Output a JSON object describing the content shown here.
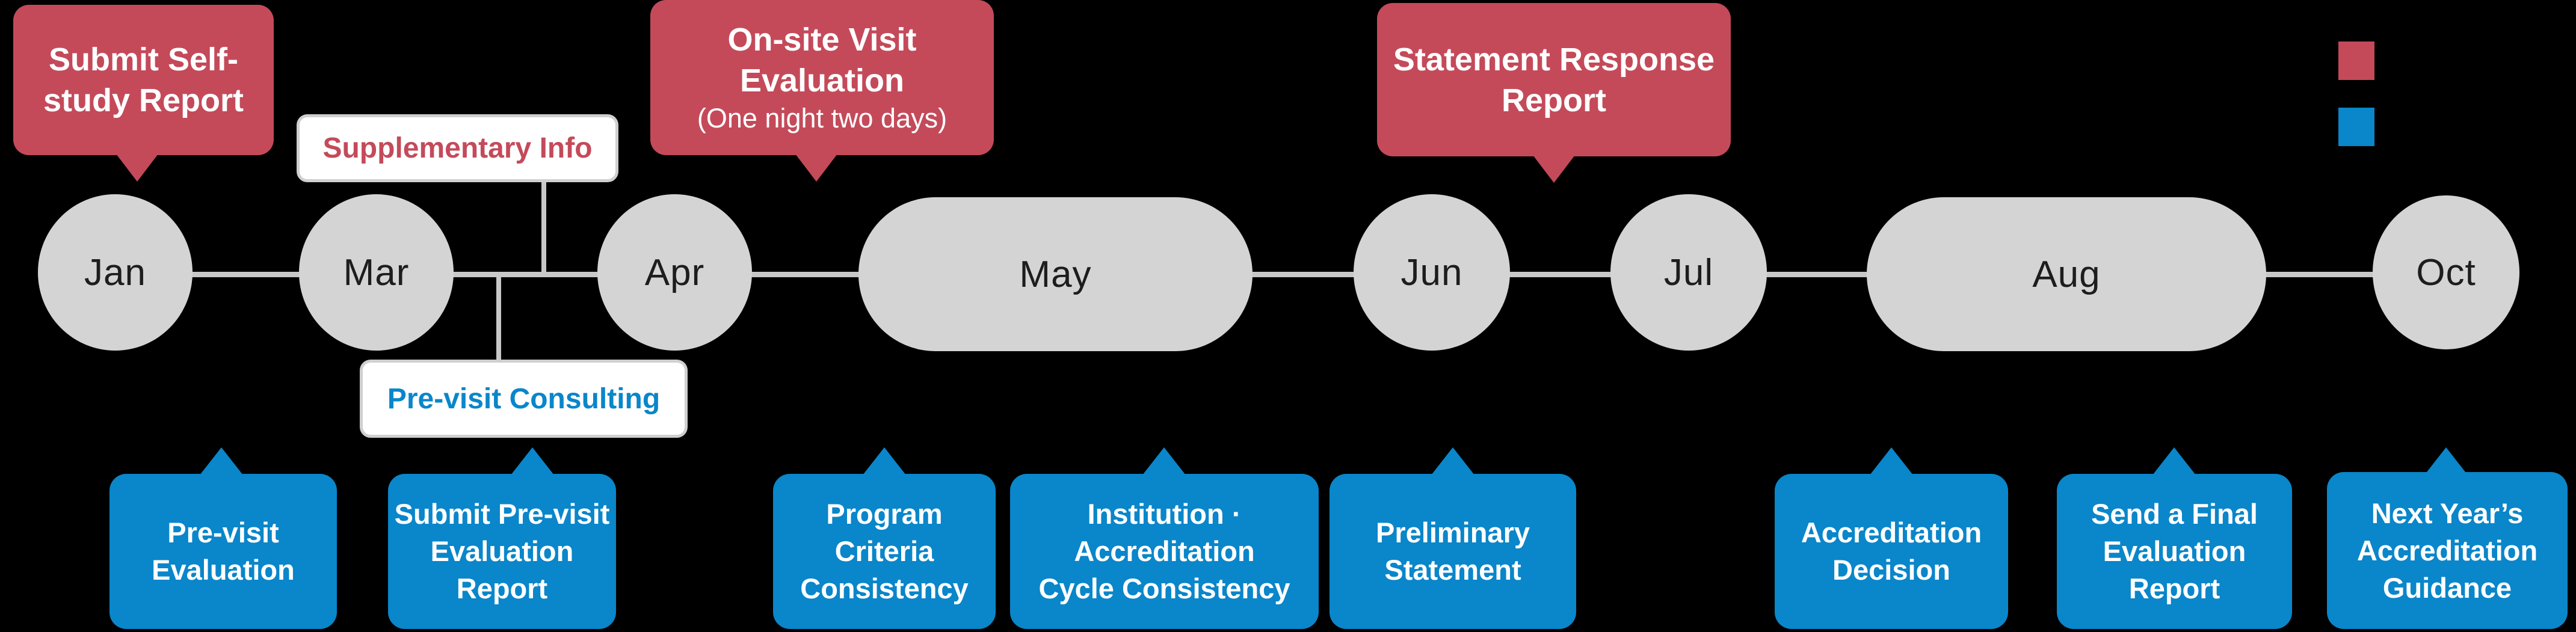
{
  "timeline": {
    "months": [
      {
        "label": "Jan",
        "type": "circle"
      },
      {
        "label": "Mar",
        "type": "circle"
      },
      {
        "label": "Apr",
        "type": "circle"
      },
      {
        "label": "May",
        "type": "capsule"
      },
      {
        "label": "Jun",
        "type": "circle"
      },
      {
        "label": "Jul",
        "type": "circle"
      },
      {
        "label": "Aug",
        "type": "capsule"
      },
      {
        "label": "Oct",
        "type": "circle"
      }
    ]
  },
  "callouts_top": [
    {
      "lines": [
        "Submit Self-",
        "study Report"
      ]
    },
    {
      "lines": [
        "On-site Visit",
        "Evaluation"
      ],
      "subtitle": "(One night two days)"
    },
    {
      "lines": [
        "Statement Response",
        "Report"
      ]
    }
  ],
  "info_boxes": [
    {
      "text": "Supplementary Info"
    },
    {
      "text": "Pre-visit Consulting"
    }
  ],
  "callouts_bottom": [
    {
      "lines": [
        "Pre-visit",
        "Evaluation"
      ]
    },
    {
      "lines": [
        "Submit Pre-visit",
        "Evaluation",
        "Report"
      ]
    },
    {
      "lines": [
        "Program",
        "Criteria",
        "Consistency"
      ]
    },
    {
      "lines": [
        "Institution ·",
        "Accreditation",
        "Cycle Consistency"
      ]
    },
    {
      "lines": [
        "Preliminary",
        "Statement"
      ]
    },
    {
      "lines": [
        "Accreditation",
        "Decision"
      ]
    },
    {
      "lines": [
        "Send a Final",
        "Evaluation",
        "Report"
      ]
    },
    {
      "lines": [
        "Next Year’s",
        "Accreditation",
        "Guidance"
      ]
    }
  ],
  "legend": {
    "red_color": "#c44a5a",
    "blue_color": "#0a86ca"
  },
  "colors": {
    "node_fill": "#d4d4d4",
    "line": "#c8c8c8",
    "red": "#c44a5a",
    "blue": "#0a86ca",
    "white_box_border": "#cfcfcf"
  }
}
